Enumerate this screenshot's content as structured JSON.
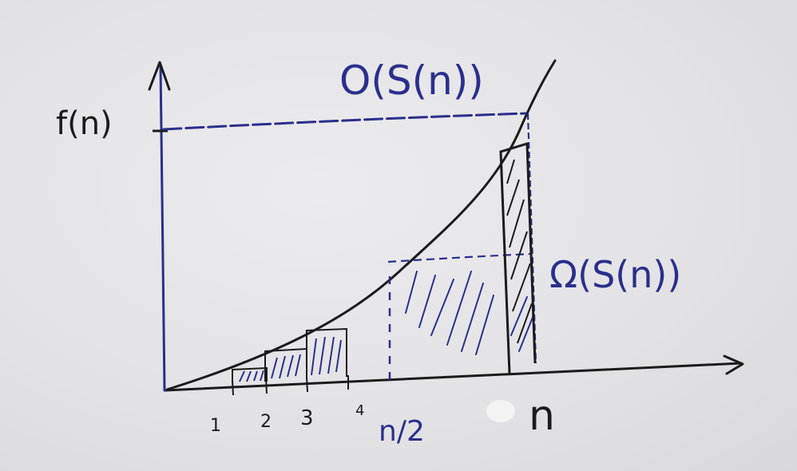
{
  "labels": {
    "y_axis": "f(n)",
    "big_o": "O(S(n))",
    "big_omega": "Ω(S(n))",
    "x_tick_1": "1",
    "x_tick_2": "2",
    "x_tick_3": "3",
    "x_tick_4": "4",
    "x_tick_half": "n/2",
    "x_tick_n": "n"
  },
  "colors": {
    "black_ink": "#1b1b1b",
    "blue_ink": "#2a2f8c",
    "paper": "#e3e3e5"
  }
}
